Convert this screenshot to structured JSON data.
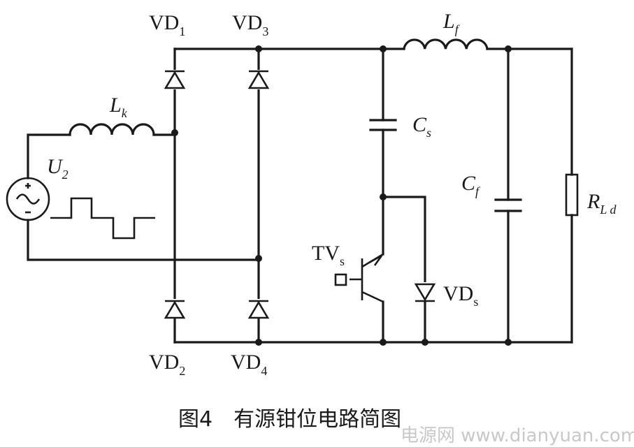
{
  "labels": {
    "vd1": {
      "main": "VD",
      "sub": "1"
    },
    "vd2": {
      "main": "VD",
      "sub": "2"
    },
    "vd3": {
      "main": "VD",
      "sub": "3"
    },
    "vd4": {
      "main": "VD",
      "sub": "4"
    },
    "lk": {
      "main": "L",
      "sub": "k"
    },
    "lf": {
      "main": "L",
      "sub": "f"
    },
    "u2": {
      "main": "U",
      "sub": "2"
    },
    "cs": {
      "main": "C",
      "sub": "s"
    },
    "cf": {
      "main": "C",
      "sub": "f"
    },
    "rld": {
      "main": "R",
      "sub": "L d"
    },
    "tvs": {
      "main": "TV",
      "sub": "s"
    },
    "vds": {
      "main": "VD",
      "sub": "s"
    }
  },
  "caption": "图4　有源钳位电路简图",
  "watermark": "电源网 www.dianyuan.com"
}
